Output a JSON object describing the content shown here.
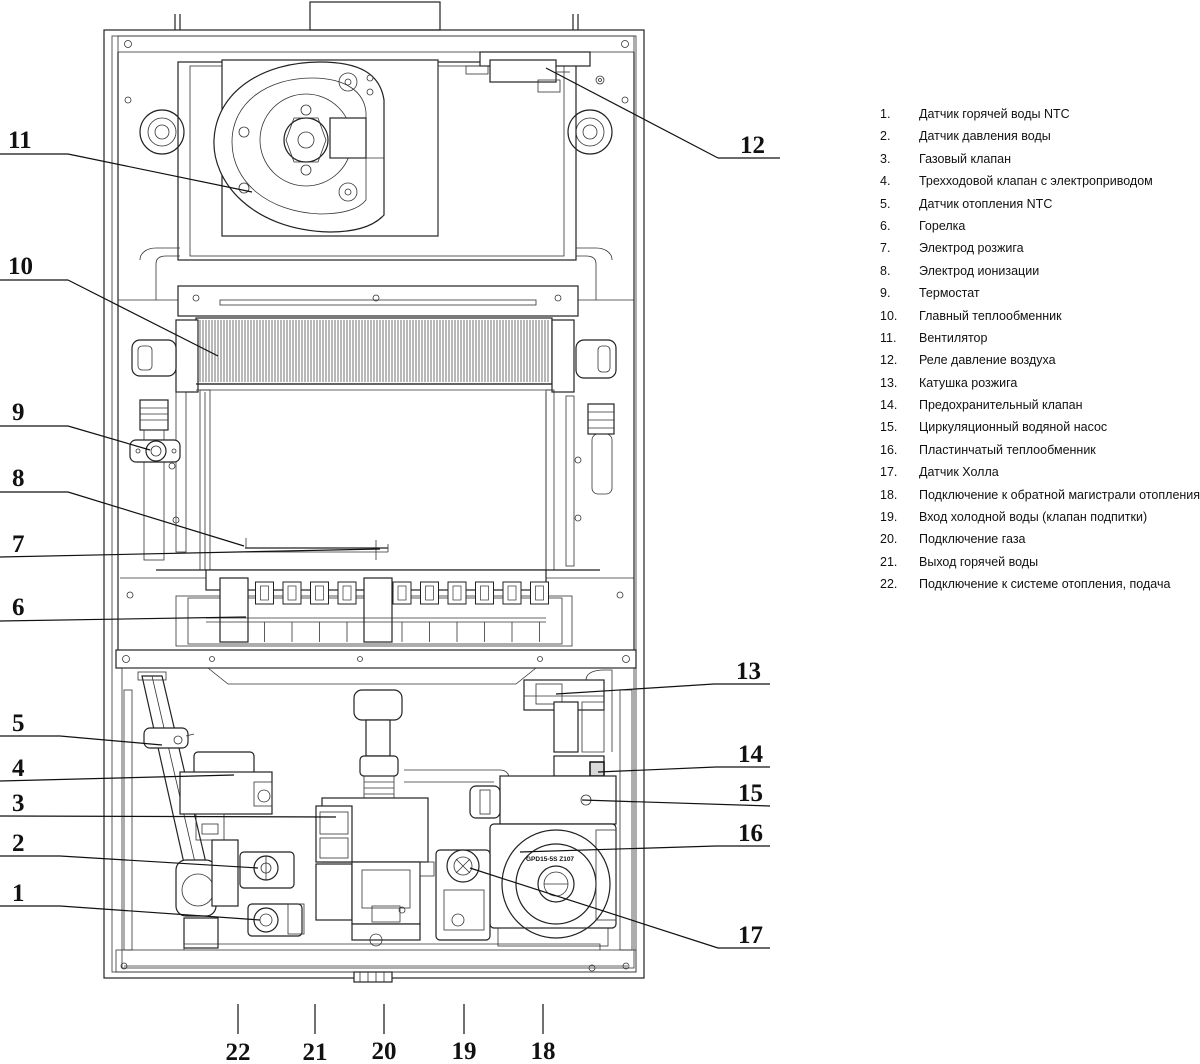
{
  "legend": [
    {
      "number": "1.",
      "text": "Датчик горячей воды NTC"
    },
    {
      "number": "2.",
      "text": "Датчик давления воды"
    },
    {
      "number": "3.",
      "text": "Газовый клапан"
    },
    {
      "number": "4.",
      "text": "Трехходовой клапан с электроприводом"
    },
    {
      "number": "5.",
      "text": "Датчик отопления NTC"
    },
    {
      "number": "6.",
      "text": "Горелка"
    },
    {
      "number": "7.",
      "text": "Электрод розжига"
    },
    {
      "number": "8.",
      "text": "Электрод ионизации"
    },
    {
      "number": "9.",
      "text": "Термостат"
    },
    {
      "number": "10.",
      "text": "Главный теплообменник"
    },
    {
      "number": "11.",
      "text": "Вентилятор"
    },
    {
      "number": "12.",
      "text": "Реле давление воздуха"
    },
    {
      "number": "13.",
      "text": "Катушка розжига"
    },
    {
      "number": "14.",
      "text": "Предохранительный клапан"
    },
    {
      "number": "15.",
      "text": "Циркуляционный водяной насос"
    },
    {
      "number": "16.",
      "text": "Пластинчатый теплообменник"
    },
    {
      "number": "17.",
      "text": "Датчик Холла"
    },
    {
      "number": "18.",
      "text": "Подключение к обратной магистрали отопления"
    },
    {
      "number": "19.",
      "text": "Вход холодной воды (клапан подпитки)"
    },
    {
      "number": "20.",
      "text": "Подключение газа"
    },
    {
      "number": "21.",
      "text": "Выход горячей воды"
    },
    {
      "number": "22.",
      "text": "Подключение к системе отопления, подача"
    }
  ],
  "callouts": {
    "c1": "1",
    "c2": "2",
    "c3": "3",
    "c4": "4",
    "c5": "5",
    "c6": "6",
    "c7": "7",
    "c8": "8",
    "c9": "9",
    "c10": "10",
    "c11": "11",
    "c12": "12",
    "c13": "13",
    "c14": "14",
    "c15": "15",
    "c16": "16",
    "c17": "17",
    "c18": "18",
    "c19": "19",
    "c20": "20",
    "c21": "21",
    "c22": "22"
  },
  "pump_label": "GPD15-5S Z107"
}
